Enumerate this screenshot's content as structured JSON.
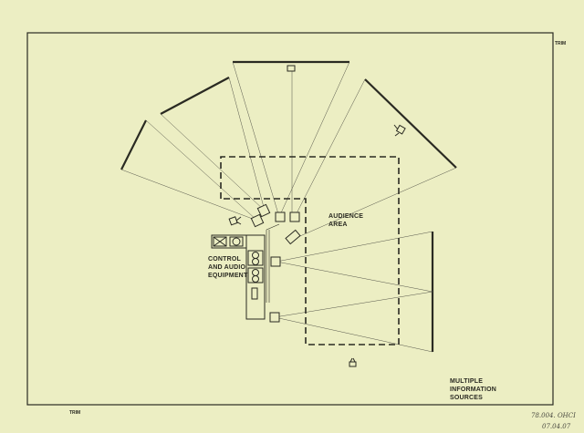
{
  "drawing": {
    "labels": {
      "audience_area": [
        "AUDIENCE",
        "AREA"
      ],
      "control_equipment": [
        "CONTROL",
        "AND AUDIO",
        "EQUIPMENT"
      ],
      "title": [
        "MULTIPLE",
        "INFORMATION",
        "SOURCES"
      ]
    },
    "trim_marks": [
      "TRIM",
      "TRIM"
    ],
    "handwritten": {
      "ref": "78.004. OHCI",
      "date": "07.04.07"
    },
    "colors": {
      "paper": "#eceec3",
      "ink": "#2a2a22"
    }
  }
}
